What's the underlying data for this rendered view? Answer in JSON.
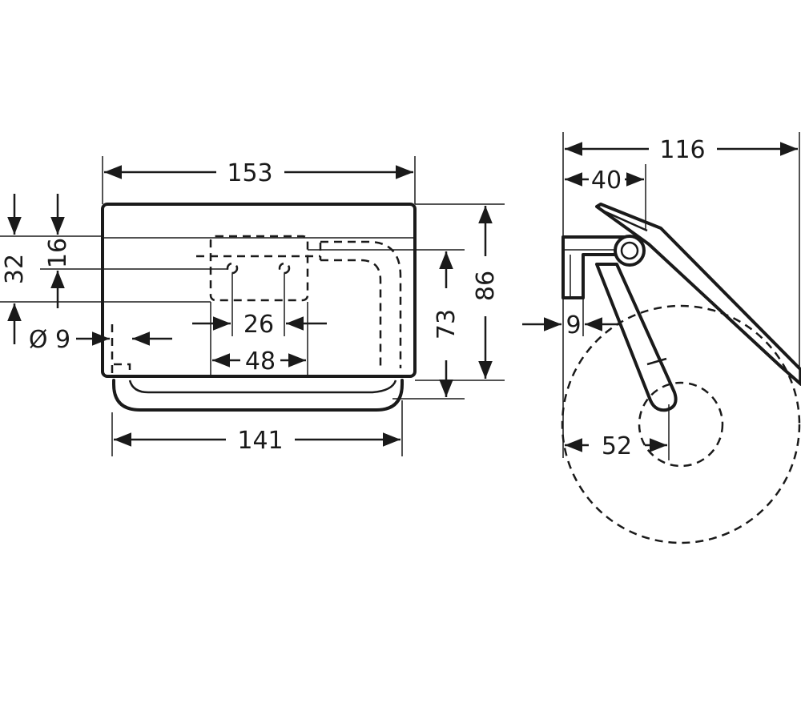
{
  "front_view": {
    "width_top": "153",
    "offset_16": "16",
    "offset_32": "32",
    "hole_spacing": "26",
    "plate_width": "48",
    "diameter_label": "Ø 9",
    "bar_width": "141",
    "inner_height": "73",
    "total_height": "86"
  },
  "side_view": {
    "depth_total": "116",
    "depth_plate": "40",
    "bracket_thickness": "9",
    "roll_axis": "52"
  }
}
